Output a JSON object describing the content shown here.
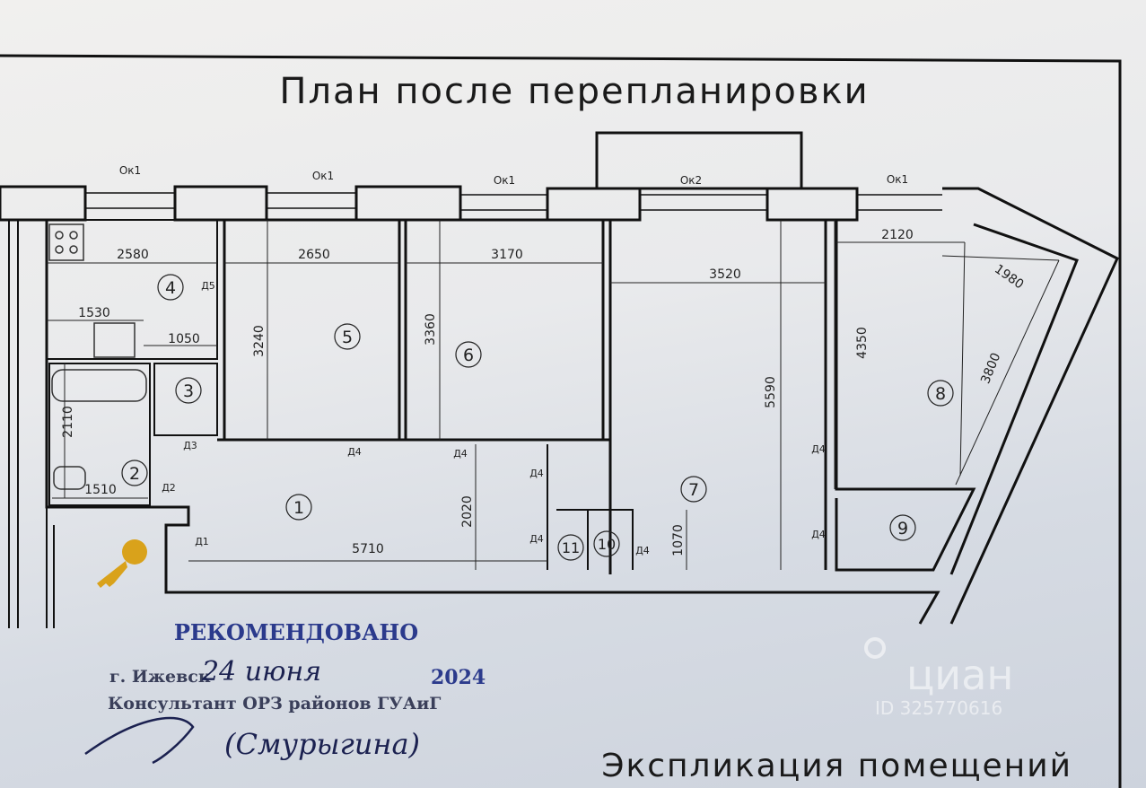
{
  "title": "План после перепланировки",
  "footer_heading": "Экспликация помещений",
  "windows": [
    "Ок1",
    "Ок1",
    "Ок1",
    "Ок2",
    "Ок1"
  ],
  "rooms": [
    "1",
    "2",
    "3",
    "4",
    "5",
    "6",
    "7",
    "8",
    "9",
    "10",
    "11"
  ],
  "dimensions": {
    "d2580": "2580",
    "d2650": "2650",
    "d3170": "3170",
    "d3520": "3520",
    "d2120": "2120",
    "d1980": "1980",
    "d3800": "3800",
    "d4350": "4350",
    "d5590": "5590",
    "d3240": "3240",
    "d3360": "3360",
    "d1530": "1530",
    "d1050": "1050",
    "d2110": "2110",
    "d1510": "1510",
    "d2020": "2020",
    "d5710": "5710",
    "d1070": "1070"
  },
  "doors": {
    "d5": "Д5",
    "d3": "Д3",
    "d4": "Д4",
    "d2": "Д2",
    "d1": "Д1"
  },
  "stamp": {
    "line1": "РЕКОМЕНДОВАНО",
    "city": "г. Ижевск",
    "date_handwritten": "24 июня",
    "year": "2024",
    "line3": "Консультант ОРЗ районов ГУАиГ",
    "signature": "(Смурыгина)"
  },
  "watermark": {
    "brand": "циан",
    "id": "ID 325770616"
  }
}
